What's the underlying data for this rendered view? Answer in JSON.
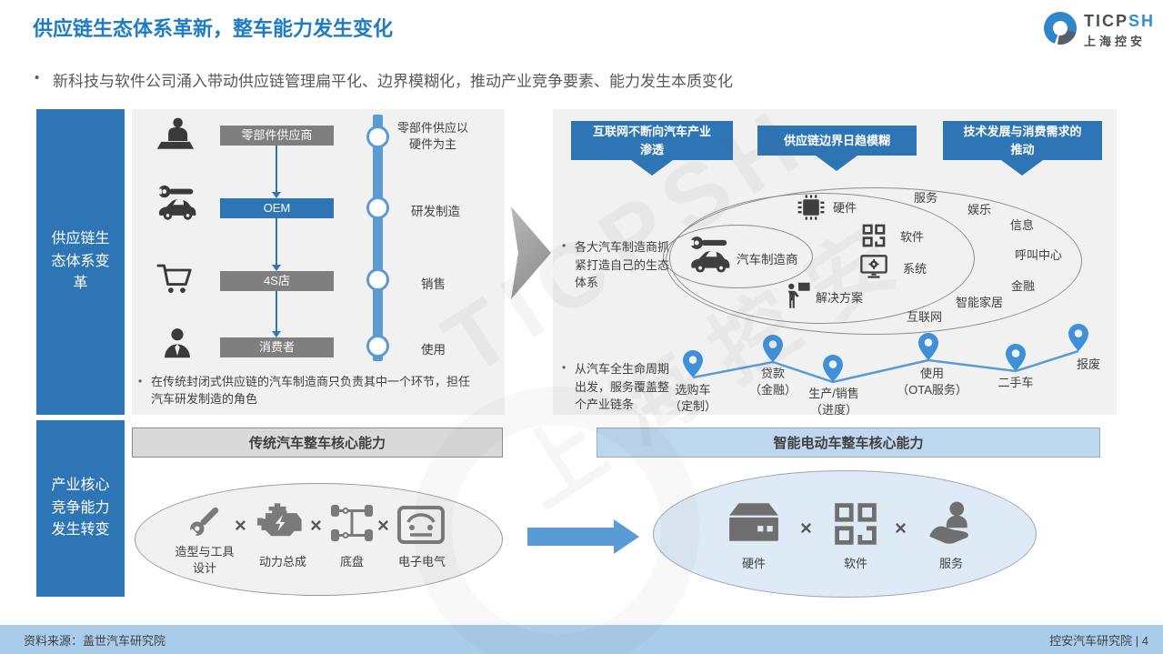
{
  "slide": {
    "title": "供应链生态体系革新，整车能力发生变化",
    "bullet": "新科技与软件公司涌入带动供应链管理扁平化、边界模糊化，推动产业竞争要素、能力发生本质变化"
  },
  "logo": {
    "text_gray": "TICP",
    "text_blue": "SH",
    "subtitle": "上海控安",
    "icon": "swirl-logo-icon"
  },
  "watermark": {
    "line1": "TICPSH",
    "line2": "上海控安"
  },
  "supply_chain": {
    "sidebar": "供应链生态体系变革",
    "flow": {
      "steps": [
        {
          "icon": "supplier-person-icon",
          "label": "零部件供应商",
          "variant": "gray"
        },
        {
          "icon": "car-repair-icon",
          "label": "OEM",
          "variant": "blue"
        },
        {
          "icon": "shopping-cart-icon",
          "label": "4S店",
          "variant": "gray"
        },
        {
          "icon": "consumer-person-icon",
          "label": "消费者",
          "variant": "gray"
        }
      ],
      "stages": [
        "零部件供应以硬件为主",
        "研发制造",
        "销售",
        "使用"
      ],
      "note": "在传统封闭式供应链的汽车制造商只负责其中一个环节，担任汽车研发制造的角色"
    },
    "drivers": [
      "互联网不断向汽车产业渗透",
      "供应链边界日趋模糊",
      "技术发展与消费需求的推动"
    ],
    "ecosystem": {
      "bullet": "各大汽车制造商抓紧打造自己的生态体系",
      "core": {
        "icon": "car-repair-icon",
        "label": "汽车制造商"
      },
      "middle_ring": [
        {
          "icon": "chip-icon",
          "label": "硬件"
        },
        {
          "icon": "app-grid-icon",
          "label": "软件"
        },
        {
          "icon": "system-monitor-icon",
          "label": "系统"
        },
        {
          "icon": "presenter-icon",
          "label": "解决方案"
        },
        {
          "icon": "",
          "label": "互联网"
        }
      ],
      "outer_ring": [
        "服务",
        "娱乐",
        "信息",
        "呼叫中心",
        "金融",
        "智能家居"
      ]
    },
    "lifecycle": {
      "bullet": "从汽车全生命周期出发，服务覆盖整个产业链条",
      "phases": [
        {
          "label": "选购车",
          "sub": "（定制）"
        },
        {
          "label": "贷款",
          "sub": "（金融）"
        },
        {
          "label": "生产/销售",
          "sub": "（进度）"
        },
        {
          "label": "使用",
          "sub": "（OTA服务）"
        },
        {
          "label": "二手车",
          "sub": ""
        },
        {
          "label": "报废",
          "sub": ""
        }
      ]
    }
  },
  "competency": {
    "sidebar": "产业核心竞争能力发生转变",
    "separator": "×",
    "traditional": {
      "header": "传统汽车整车核心能力",
      "items": [
        {
          "icon": "wrench-icon",
          "label": "造型与工具设计"
        },
        {
          "icon": "engine-icon",
          "label": "动力总成"
        },
        {
          "icon": "chassis-icon",
          "label": "底盘"
        },
        {
          "icon": "car-electronics-icon",
          "label": "电子电气"
        }
      ]
    },
    "smart_ev": {
      "header": "智能电动车整车核心能力",
      "items": [
        {
          "icon": "hardware-box-icon",
          "label": "硬件"
        },
        {
          "icon": "app-grid-icon",
          "label": "软件"
        },
        {
          "icon": "service-hand-icon",
          "label": "服务"
        }
      ]
    }
  },
  "footer": {
    "source": "资料来源：盖世汽车研究院",
    "credit": "控安汽车研究院 | 4"
  },
  "colors": {
    "title_blue": "#1F7CC4",
    "accent_blue": "#2E75B6",
    "timeline_blue": "#5B9BD5",
    "pin_blue": "#3F90D8",
    "panel_gray": "#F1F1F2",
    "box_gray": "#7F7F7F",
    "header_gray": "#D9D9D9",
    "header_blue": "#BDD7EE",
    "ellipse_blue": "#DEEAF6",
    "footer_blue": "#A9CCEA"
  }
}
